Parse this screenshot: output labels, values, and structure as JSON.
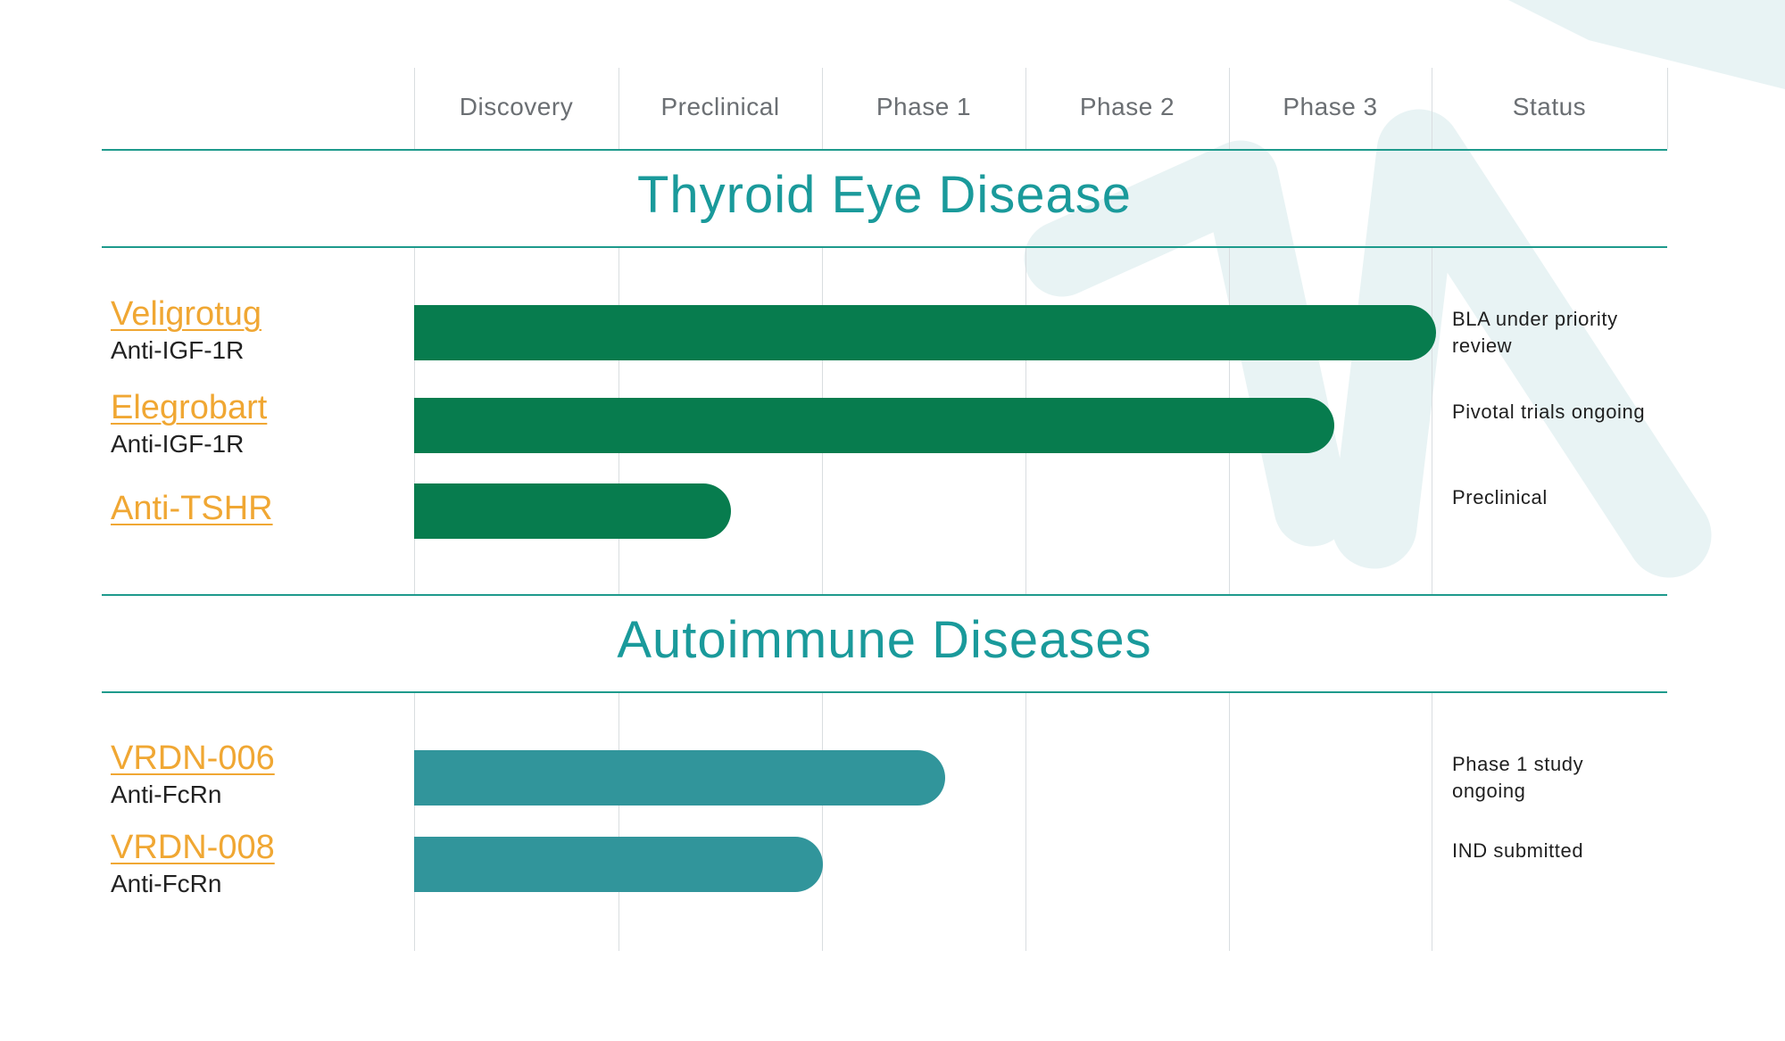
{
  "palette": {
    "accent": "#1a9a9b",
    "link": "#f0a733",
    "bar_ted": "#077c4e",
    "bar_autoimmune": "#31959b",
    "rule": "#1e9a8c",
    "watermark": "#e8f3f4"
  },
  "icons": [
    "arrow-watermark-icon"
  ],
  "columns": [
    "Discovery",
    "Preclinical",
    "Phase 1",
    "Phase 2",
    "Phase 3",
    "Status"
  ],
  "chart_data": {
    "type": "bar",
    "orientation": "horizontal",
    "stages": [
      "Discovery",
      "Preclinical",
      "Phase 1",
      "Phase 2",
      "Phase 3"
    ],
    "sections": [
      {
        "title": "Thyroid Eye Disease",
        "color": "#077c4e",
        "programs": [
          {
            "name": "Veligrotug",
            "target": "Anti-IGF-1R",
            "progress": 5.0,
            "status": "BLA under priority review"
          },
          {
            "name": "Elegrobart",
            "target": "Anti-IGF-1R",
            "progress": 4.5,
            "status": "Pivotal trials ongoing"
          },
          {
            "name": "Anti-TSHR",
            "target": "",
            "progress": 1.55,
            "status": "Preclinical"
          }
        ]
      },
      {
        "title": "Autoimmune Diseases",
        "color": "#31959b",
        "programs": [
          {
            "name": "VRDN-006",
            "target": "Anti-FcRn",
            "progress": 2.6,
            "status": "Phase 1 study ongoing"
          },
          {
            "name": "VRDN-008",
            "target": "Anti-FcRn",
            "progress": 2.0,
            "status": "IND submitted"
          }
        ]
      }
    ]
  }
}
